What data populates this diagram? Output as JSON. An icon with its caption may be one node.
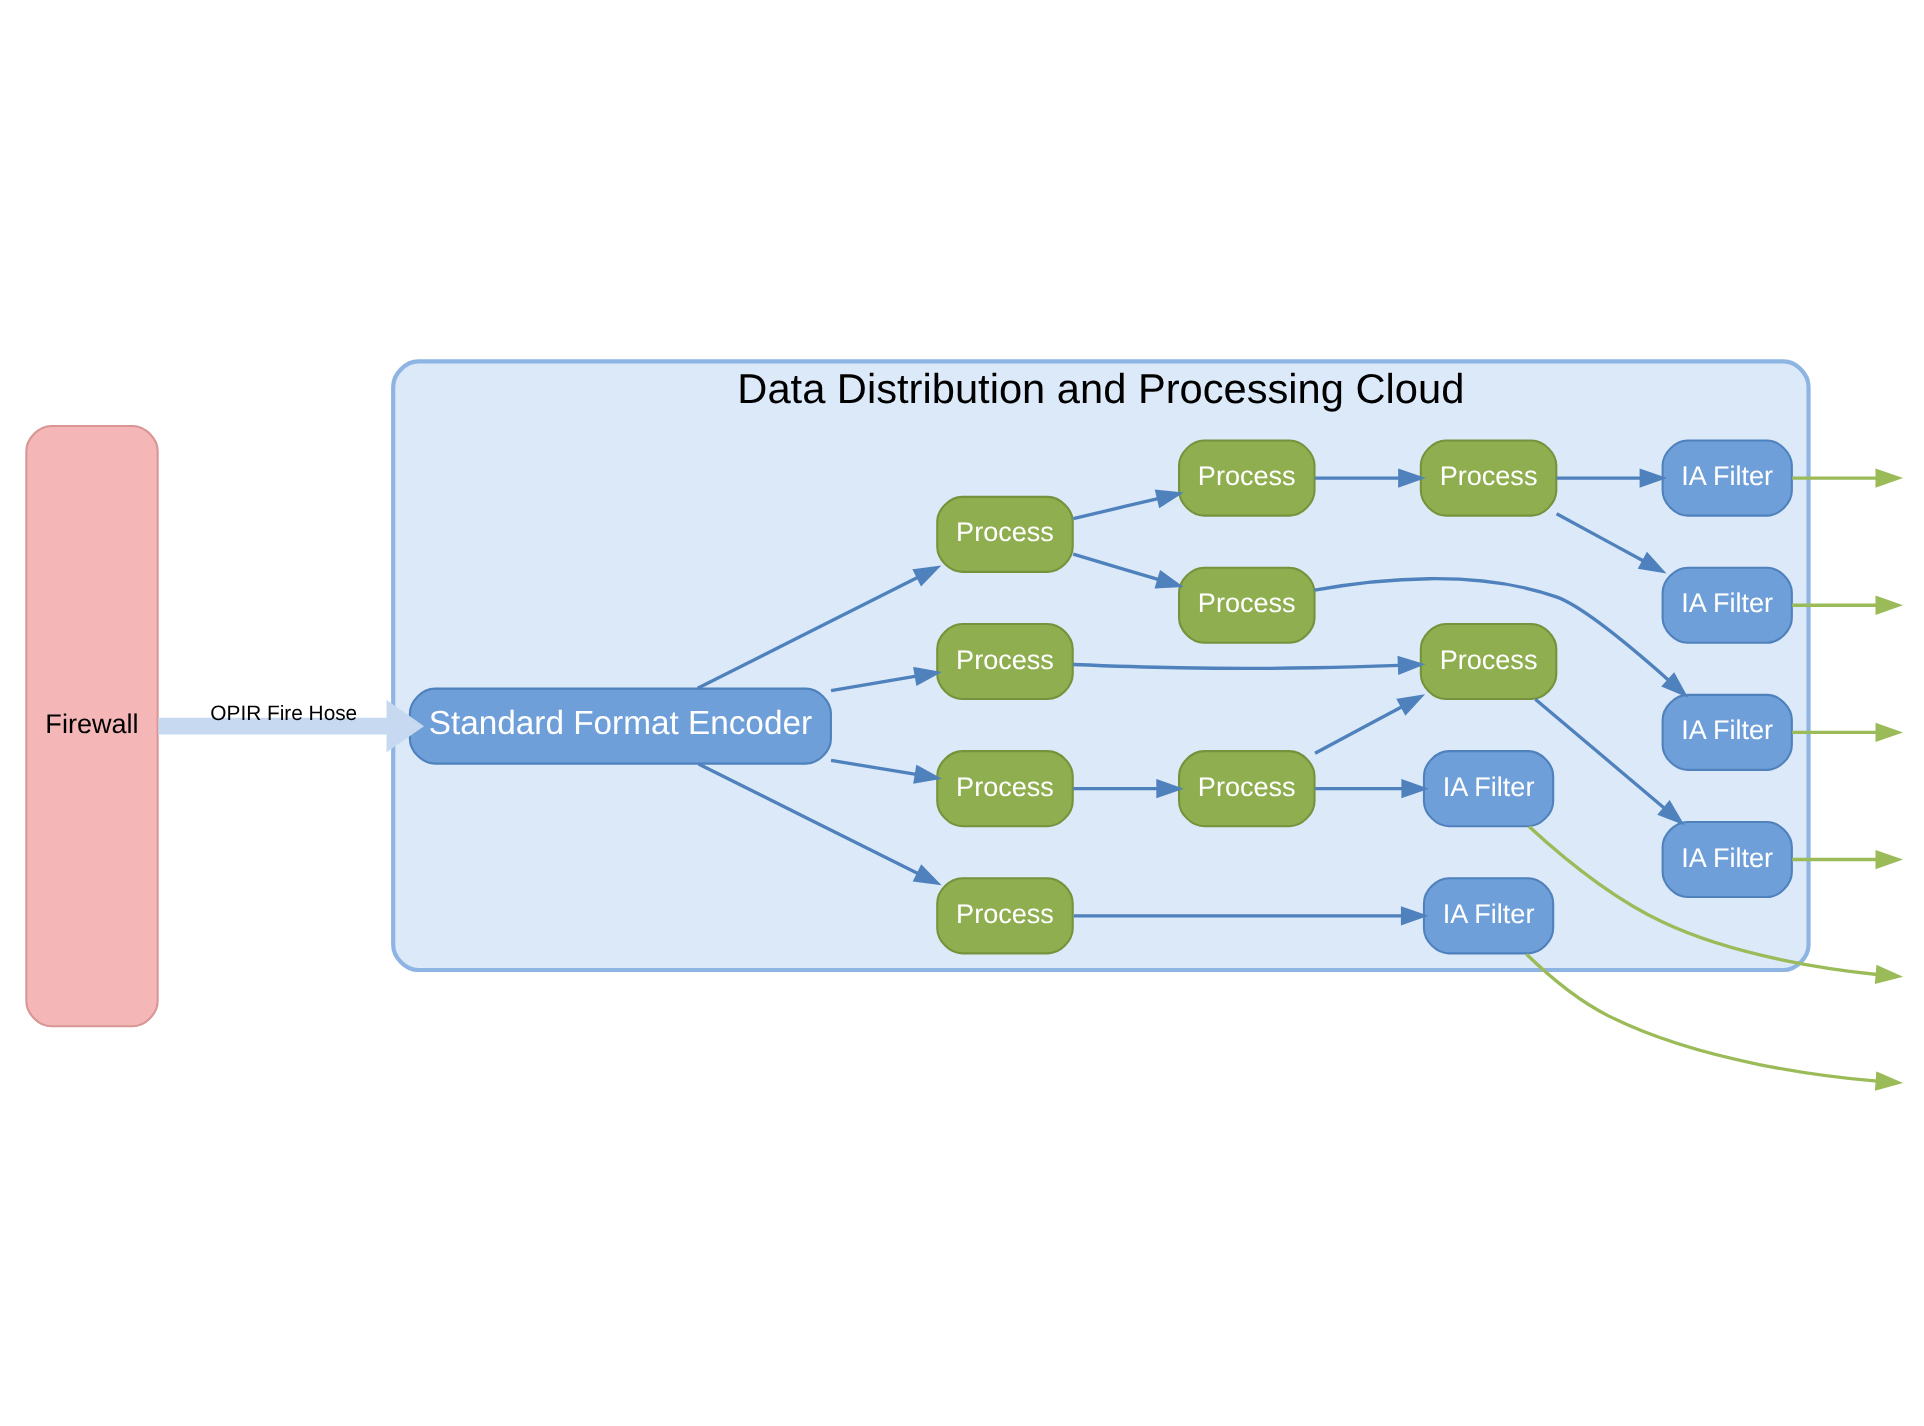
{
  "diagram": {
    "nodes": [
      {
        "text": [
          "Firewall"
        ]
      },
      {
        "text": [
          "Data Distribution and Processing Cloud"
        ]
      },
      {
        "text": [
          "Standard Format Encoder"
        ],
        "in": 1
      },
      {
        "text": [
          "Process"
        ],
        "in": 1
      },
      {
        "text": [
          "Process"
        ],
        "in": 1
      },
      {
        "text": [
          "Process"
        ],
        "in": 1
      },
      {
        "text": [
          "Process"
        ],
        "in": 1
      },
      {
        "text": [
          "Process"
        ],
        "in": 1
      },
      {
        "text": [
          "Process"
        ],
        "in": 1
      },
      {
        "text": [
          "Process"
        ],
        "in": 1
      },
      {
        "text": [
          "Process"
        ],
        "in": 1
      },
      {
        "text": [
          "Process"
        ],
        "in": 1
      },
      {
        "text": [
          "IA Filter"
        ],
        "in": 1
      },
      {
        "text": [
          "IA Filter"
        ],
        "in": 1
      },
      {
        "text": [
          "IA Filter"
        ],
        "in": 1
      },
      {
        "text": [
          "IA Filter"
        ],
        "in": 1
      },
      {
        "text": [
          "IA Filter"
        ],
        "in": 1
      },
      {
        "text": [
          "IA Filter"
        ],
        "in": 1
      }
    ],
    "edges": [
      {
        "from": 0,
        "to": 2,
        "arrow": "to",
        "label": "OPIR Fire Hose",
        "style": "thick",
        "color": "#c6d9f1"
      },
      {
        "from": 2,
        "to": 3,
        "arrow": "to"
      },
      {
        "from": 2,
        "to": 4,
        "arrow": "to"
      },
      {
        "from": 2,
        "to": 5,
        "arrow": "to"
      },
      {
        "from": 2,
        "to": 6,
        "arrow": "to"
      },
      {
        "from": 3,
        "to": 7,
        "arrow": "to"
      },
      {
        "from": 3,
        "to": 8,
        "arrow": "to"
      },
      {
        "from": 7,
        "to": 10,
        "arrow": "to"
      },
      {
        "from": 10,
        "to": 12,
        "arrow": "to"
      },
      {
        "from": 10,
        "to": 13,
        "arrow": "to"
      },
      {
        "from": 8,
        "to": 14,
        "arrow": "to"
      },
      {
        "from": 4,
        "to": 11,
        "arrow": "to"
      },
      {
        "from": 11,
        "to": 15,
        "arrow": "to"
      },
      {
        "from": 5,
        "to": 9,
        "arrow": "to"
      },
      {
        "from": 9,
        "to": 11,
        "arrow": "to"
      },
      {
        "from": 9,
        "to": 16,
        "arrow": "to"
      },
      {
        "from": 6,
        "to": 17,
        "arrow": "to"
      },
      {
        "from": 12,
        "to": null,
        "arrow": "to",
        "color": "#9bbb59"
      },
      {
        "from": 13,
        "to": null,
        "arrow": "to",
        "color": "#9bbb59"
      },
      {
        "from": 14,
        "to": null,
        "arrow": "to",
        "color": "#9bbb59"
      },
      {
        "from": 15,
        "to": null,
        "arrow": "to",
        "color": "#9bbb59"
      },
      {
        "from": 16,
        "to": null,
        "arrow": "to",
        "color": "#9bbb59"
      },
      {
        "from": 17,
        "to": null,
        "arrow": "to",
        "color": "#9bbb59"
      }
    ]
  }
}
